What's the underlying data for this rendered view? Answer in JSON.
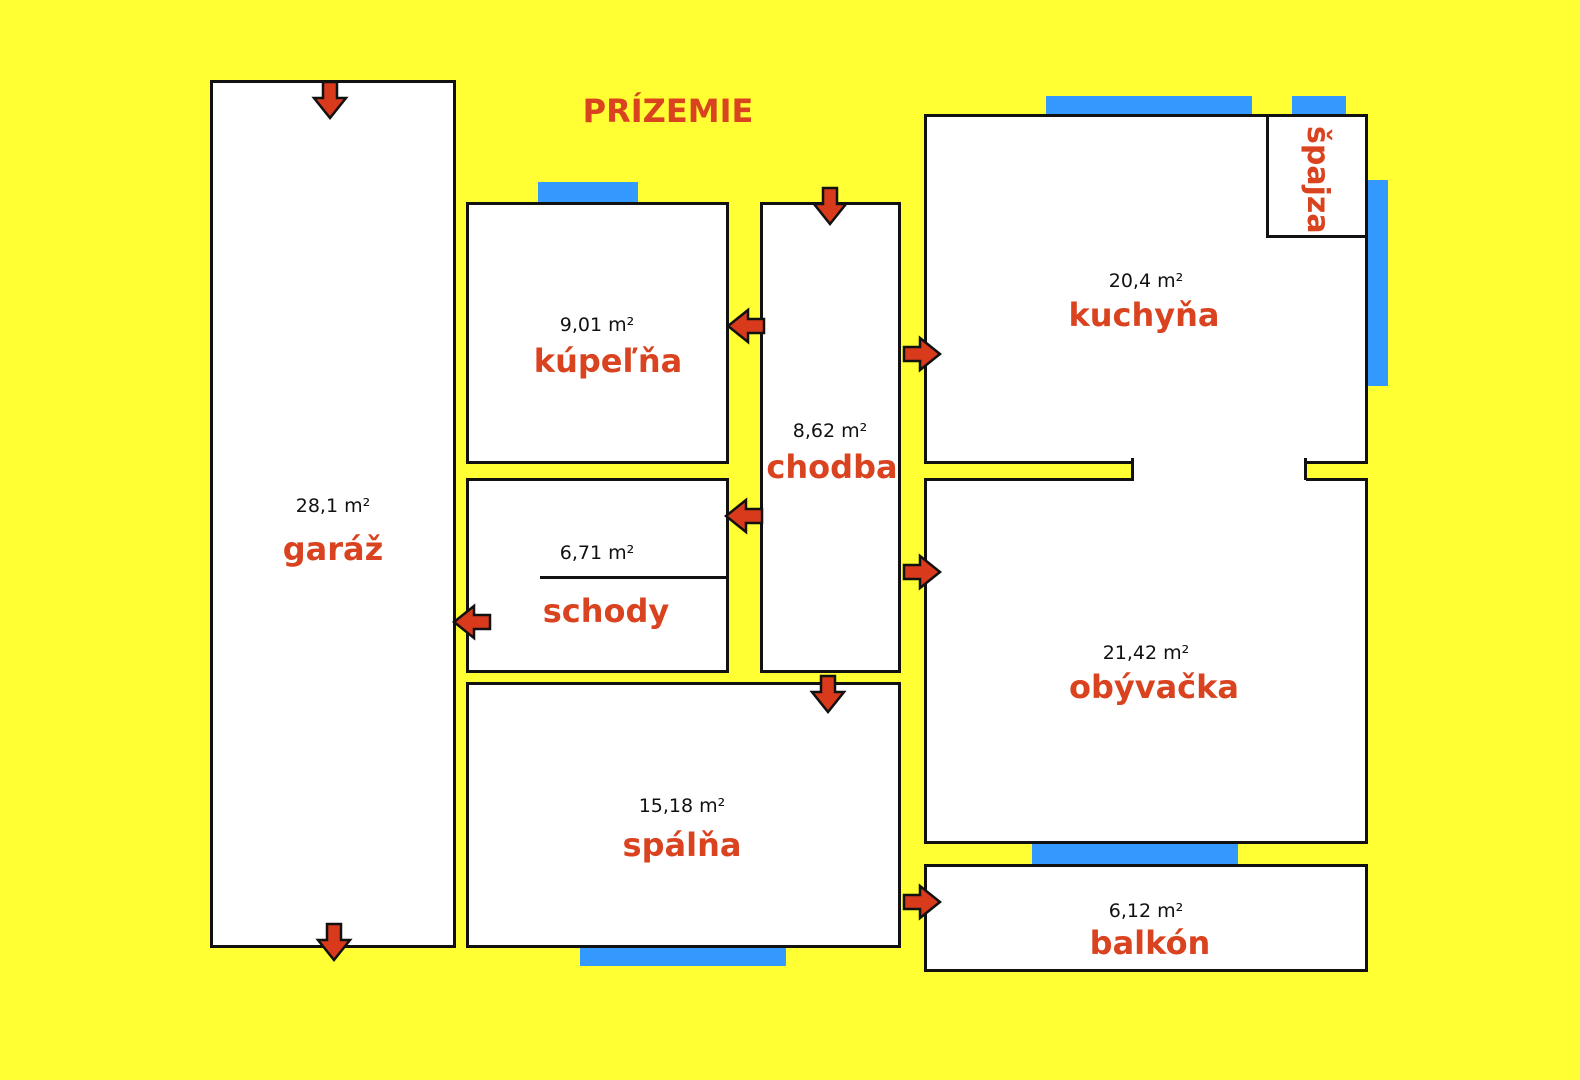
{
  "floor_title": "PRÍZEMIE",
  "area_unit": "m²",
  "rooms": {
    "garaz": {
      "label": "garáž",
      "area": "28,1"
    },
    "kupelna": {
      "label": "kúpeľňa",
      "area": "9,01"
    },
    "schody": {
      "label": "schody",
      "area": "6,71"
    },
    "chodba": {
      "label": "chodba",
      "area": "8,62"
    },
    "spalna": {
      "label": "spálňa",
      "area": "15,18"
    },
    "kuchyna": {
      "label": "kuchyňa",
      "area": "20,4"
    },
    "spajza": {
      "label": "špajza"
    },
    "obyvacka": {
      "label": "obývačka",
      "area": "21,42"
    },
    "balkon": {
      "label": "balkón",
      "area": "6,12"
    }
  },
  "colors": {
    "background": "#ffff33",
    "room_fill": "#ffffff",
    "wall": "#111111",
    "window": "#3399ff",
    "label": "#d9431f",
    "arrow_fill": "#d93a1c"
  },
  "icons": {
    "door": "door-arrow-icon",
    "window": "window-marker"
  }
}
